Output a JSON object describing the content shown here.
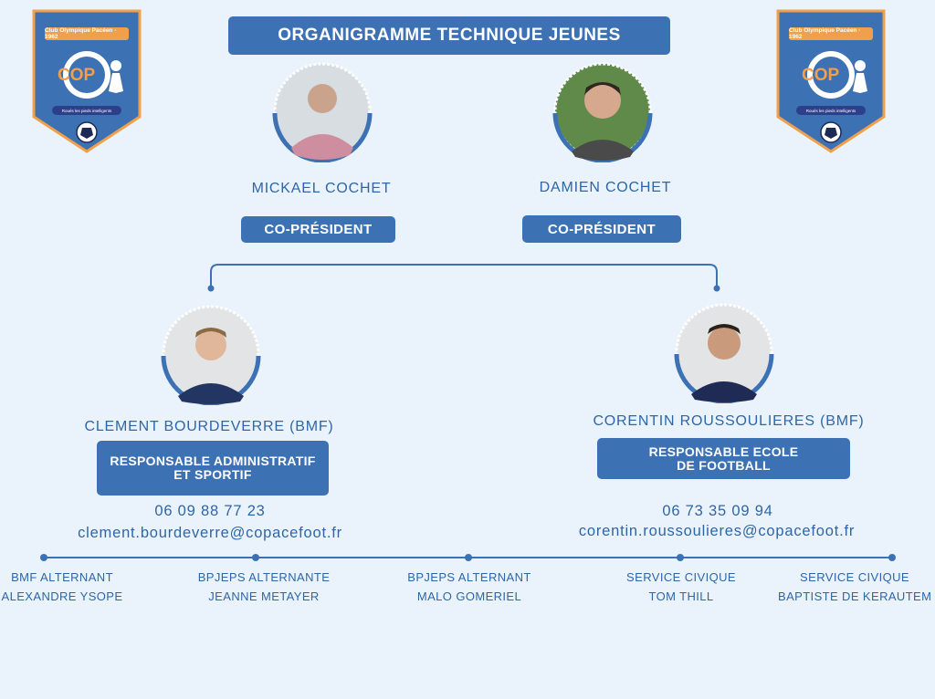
{
  "title": "ORGANIGRAMME TECHNIQUE JEUNES",
  "crest": {
    "tag": "Club Olympique Pacéen · 1962",
    "letters": "COP",
    "motto": "Roués les pieds intelligents"
  },
  "presidents": [
    {
      "name": "MICKAEL COCHET",
      "role": "CO-PRÉSIDENT"
    },
    {
      "name": "DAMIEN COCHET",
      "role": "CO-PRÉSIDENT"
    }
  ],
  "managers": [
    {
      "name": "CLEMENT BOURDEVERRE (BMF)",
      "role": "RESPONSABLE ADMINISTRATIF ET SPORTIF",
      "phone": "06 09 88 77 23",
      "email": "clement.bourdeverre@copacefoot.fr"
    },
    {
      "name": "CORENTIN ROUSSOULIERES (BMF)",
      "role": "RESPONSABLE ECOLE DE FOOTBALL",
      "phone": "06 73 35 09 94",
      "email": "corentin.roussoulieres@copacefoot.fr"
    }
  ],
  "staff": [
    {
      "role": "BMF ALTERNANT",
      "name": "ALEXANDRE YSOPE"
    },
    {
      "role": "BPJEPS ALTERNANTE",
      "name": "JEANNE METAYER"
    },
    {
      "role": "BPJEPS ALTERNANT",
      "name": "MALO GOMERIEL"
    },
    {
      "role": "SERVICE CIVIQUE",
      "name": "TOM THILL"
    },
    {
      "role": "SERVICE CIVIQUE",
      "name": "BAPTISTE DE KERAUTEM"
    }
  ],
  "colors": {
    "primary": "#3c71b4",
    "text": "#2e66a8",
    "background": "#eaf3fb",
    "accent": "#f0a04b"
  }
}
